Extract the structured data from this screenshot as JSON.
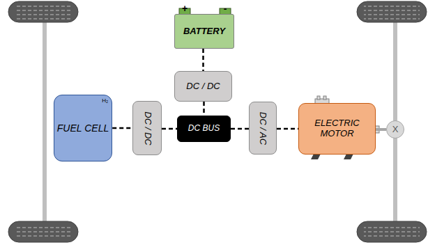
{
  "diagram": {
    "nodes": [
      {
        "text": [
          "BATTERY"
        ]
      },
      {
        "text": [
          "DC / DC"
        ]
      },
      {
        "text": [
          "FUEL CELL",
          "H₂"
        ]
      },
      {
        "text": [
          "DC / DC"
        ]
      },
      {
        "text": [
          "DC BUS"
        ]
      },
      {
        "text": [
          "DC / AC"
        ]
      },
      {
        "text": [
          "ELECTRIC MOTOR"
        ]
      },
      {
        "text": [
          "X"
        ]
      }
    ],
    "edges": [
      {
        "from": 0,
        "to": 1,
        "arrow": "none"
      },
      {
        "from": 1,
        "to": 4,
        "arrow": "none"
      },
      {
        "from": 2,
        "to": 3,
        "arrow": "none"
      },
      {
        "from": 3,
        "to": 4,
        "arrow": "none"
      },
      {
        "from": 4,
        "to": 5,
        "arrow": "none"
      },
      {
        "from": 5,
        "to": 6,
        "arrow": "none"
      },
      {
        "from": 6,
        "to": 7,
        "arrow": "none"
      }
    ],
    "labels": [
      "+",
      "-"
    ]
  }
}
